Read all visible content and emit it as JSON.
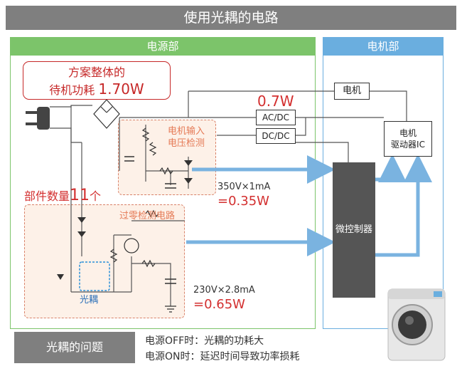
{
  "title": "使用光耦的电路",
  "sections": {
    "power": "电源部",
    "motor": "电机部"
  },
  "standby": {
    "line1": "方案整体的",
    "line2_prefix": "待机功耗",
    "line2_value": "1.70W"
  },
  "top_power": "0.7W",
  "blocks": {
    "motor": "电机",
    "acdc": "AC/DC",
    "dcdc": "DC/DC",
    "driver_ic_line1": "电机",
    "driver_ic_line2": "驱动器IC",
    "mcu": "微控制器"
  },
  "motor_detect": {
    "line1": "电机输入",
    "line2": "电压检测",
    "rating": "350V×1mA",
    "power": "=0.35W"
  },
  "parts_count": {
    "prefix": "部件数量",
    "number": "11",
    "suffix": "个"
  },
  "zero_detect": {
    "label": "过零检测电路",
    "optocoupler": "光耦",
    "rating": "230V×2.8mA",
    "power": "=0.65W"
  },
  "problems": {
    "label": "光耦的问题",
    "line1": "电源OFF时：光耦的功耗大",
    "line2": "电源ON时：延迟时间导致功率损耗"
  },
  "colors": {
    "power_accent": "#7cc46a",
    "motor_accent": "#6aaedf",
    "highlight_red": "#d32f2f",
    "dashed_orange": "#e57a56",
    "arrow_blue": "#7ab3e0"
  }
}
